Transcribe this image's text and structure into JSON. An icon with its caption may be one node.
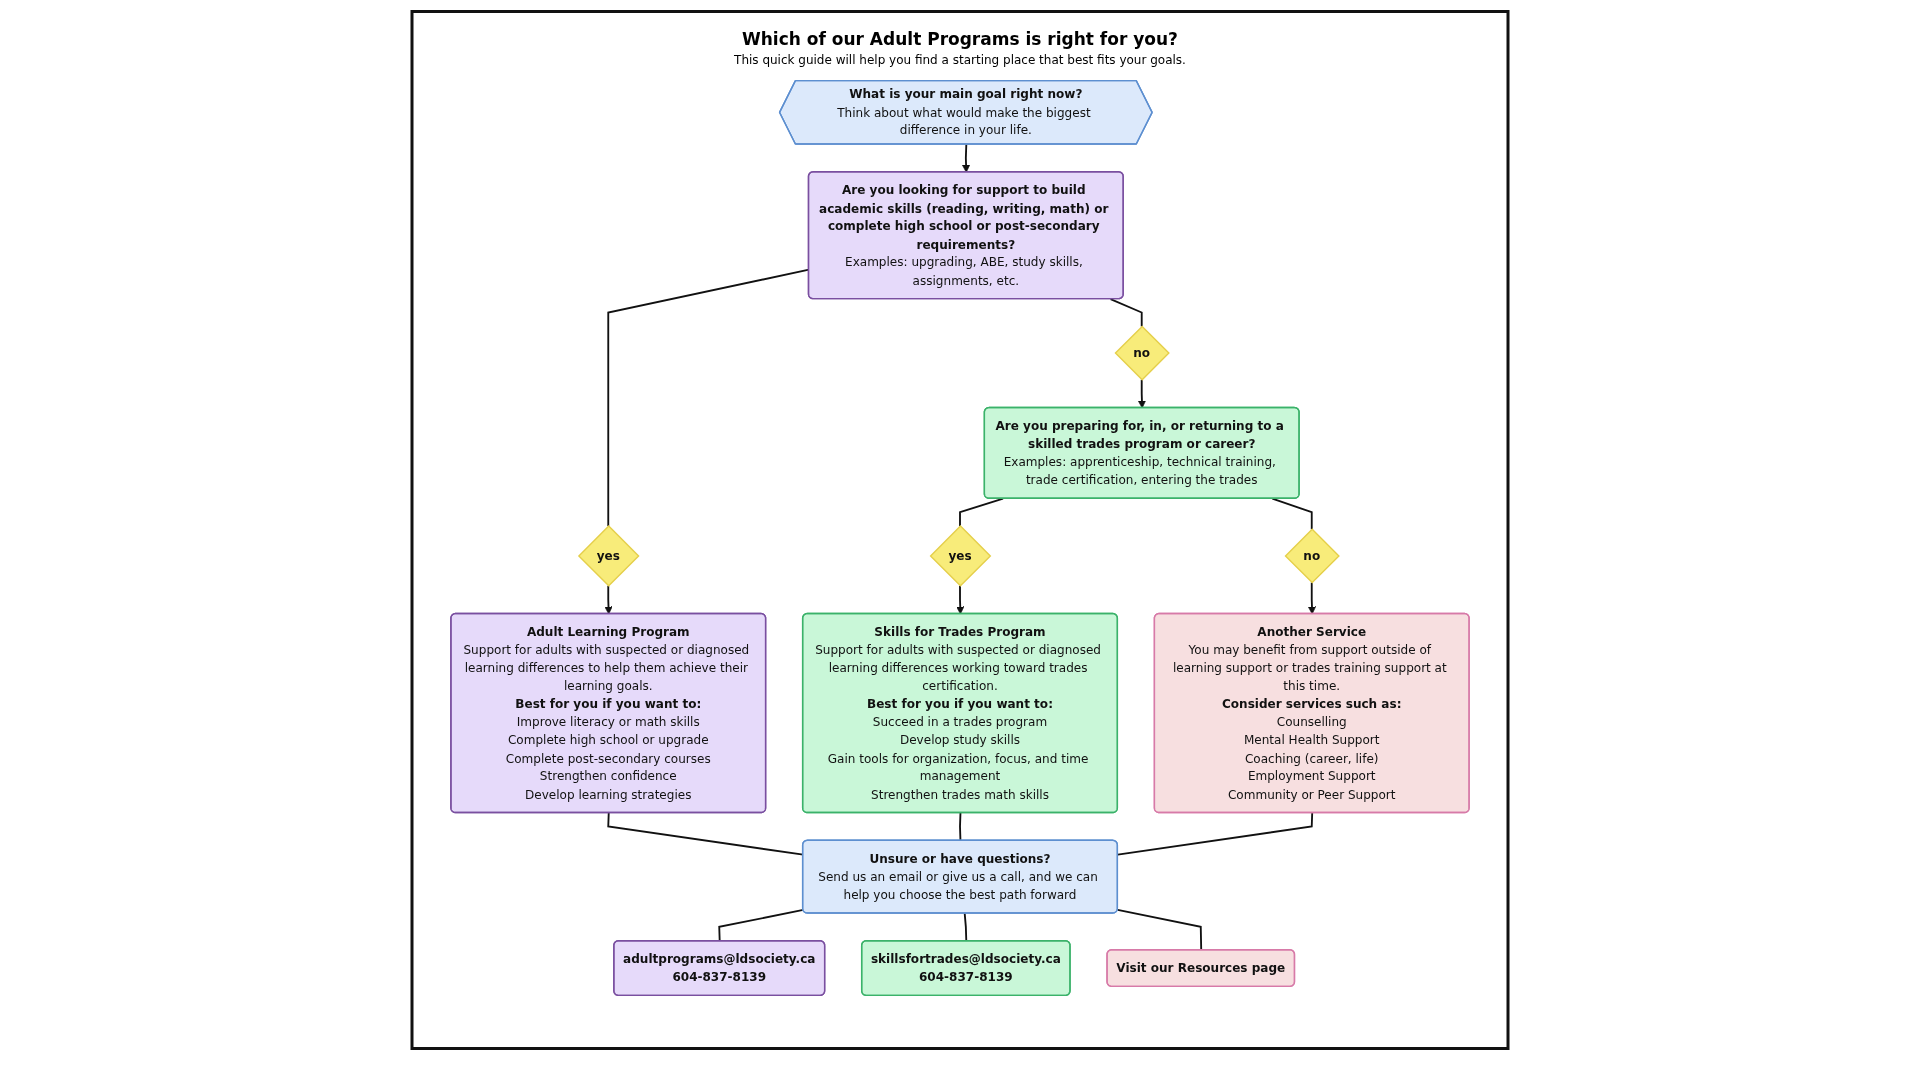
{
  "diagram": {
    "title": "Which of our Adult Programs is right for you?",
    "nodes": [
      {
        "text": [
          "What is your main goal right now?",
          "Think about what would make the biggest difference in your life."
        ]
      },
      {
        "text": [
          "Are you looking for support to build academic skills (reading, writing, math) or complete high school or post-secondary requirements?",
          "Examples: upgrading, ABE, study skills, assignments, etc."
        ]
      },
      {
        "text": [
          "yes"
        ]
      },
      {
        "text": [
          "no"
        ]
      },
      {
        "text": [
          "Are you preparing for, in, or returning to a skilled trades program or career?",
          "Examples: apprenticeship, technical training, trade certification, entering the trades"
        ]
      },
      {
        "text": [
          "yes"
        ]
      },
      {
        "text": [
          "no"
        ]
      },
      {
        "text": [
          "Adult Learning Program",
          "Support for adults with suspected or diagnosed learning differences to help them achieve their learning goals.",
          "Best for you if you want to:",
          "Improve literacy or math skills",
          "Complete high school or upgrade",
          "Complete post-secondary courses",
          "Strengthen confidence",
          "Develop learning strategies"
        ]
      },
      {
        "text": [
          "Skills for Trades Program",
          "Support for adults with suspected or diagnosed learning differences working toward trades certification.",
          "Best for you if you want to:",
          "Succeed in a trades program",
          "Develop study skills",
          "Gain tools for organization, focus, and time management",
          "Strengthen trades math skills"
        ]
      },
      {
        "text": [
          "Another Service",
          "You may benefit from support outside of learning support or trades training support at this time.",
          "Consider services such as:",
          "Counselling",
          "Mental Health Support",
          "Coaching (career, life)",
          "Employment Support",
          "Community or Peer Support"
        ]
      },
      {
        "text": [
          "Unsure or have questions?",
          "Send us an email or give us a call, and we can help you choose the best path forward"
        ]
      },
      {
        "text": [
          "adultprograms@ldsociety.ca",
          "604-837-8139"
        ]
      },
      {
        "text": [
          "skillsfortrades@ldsociety.ca",
          "604-837-8139"
        ]
      },
      {
        "text": [
          "Visit our Resources page"
        ]
      }
    ],
    "edges": [
      {
        "from": 0,
        "to": 1,
        "arrow": "to"
      },
      {
        "from": 1,
        "to": 2,
        "arrow": "none"
      },
      {
        "from": 1,
        "to": 3,
        "arrow": "none"
      },
      {
        "from": 2,
        "to": 7,
        "arrow": "to"
      },
      {
        "from": 3,
        "to": 4,
        "arrow": "to"
      },
      {
        "from": 4,
        "to": 5,
        "arrow": "none"
      },
      {
        "from": 4,
        "to": 6,
        "arrow": "none"
      },
      {
        "from": 5,
        "to": 8,
        "arrow": "to"
      },
      {
        "from": 6,
        "to": 9,
        "arrow": "to"
      },
      {
        "from": 7,
        "to": 10,
        "arrow": "none"
      },
      {
        "from": 8,
        "to": 10,
        "arrow": "none"
      },
      {
        "from": 9,
        "to": 10,
        "arrow": "none"
      },
      {
        "from": 10,
        "to": 11,
        "arrow": "none"
      },
      {
        "from": 10,
        "to": 12,
        "arrow": "none"
      },
      {
        "from": 10,
        "to": 13,
        "arrow": "none"
      }
    ],
    "labels": [
      "This quick guide will help you find a starting place that best fits your goals."
    ]
  }
}
